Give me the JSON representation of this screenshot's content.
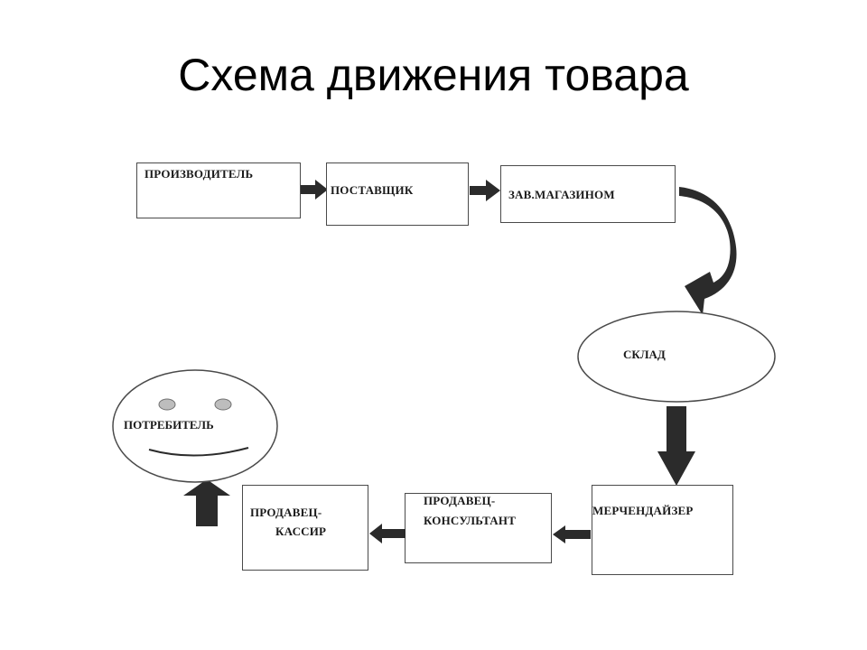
{
  "title": "Схема движения товара",
  "nodes": {
    "manufacturer": "ПРОИЗВОДИТЕЛЬ",
    "supplier": "ПОСТАВЩИК",
    "store_manager": "ЗАВ.МАГАЗИНОМ",
    "warehouse": "СКЛАД",
    "merchandiser": "МЕРЧЕНДАЙЗЕР",
    "consultant_line1": "ПРОДАВЕЦ-",
    "consultant_line2": "КОНСУЛЬТАНТ",
    "cashier_line1": "ПРОДАВЕЦ-",
    "cashier_line2": "КАССИР",
    "consumer": "ПОТРЕБИТЕЛЬ"
  },
  "colors": {
    "arrow": "#2b2b2b",
    "box_border": "#4a4a4a",
    "eye_fill": "#bdbdbd"
  }
}
